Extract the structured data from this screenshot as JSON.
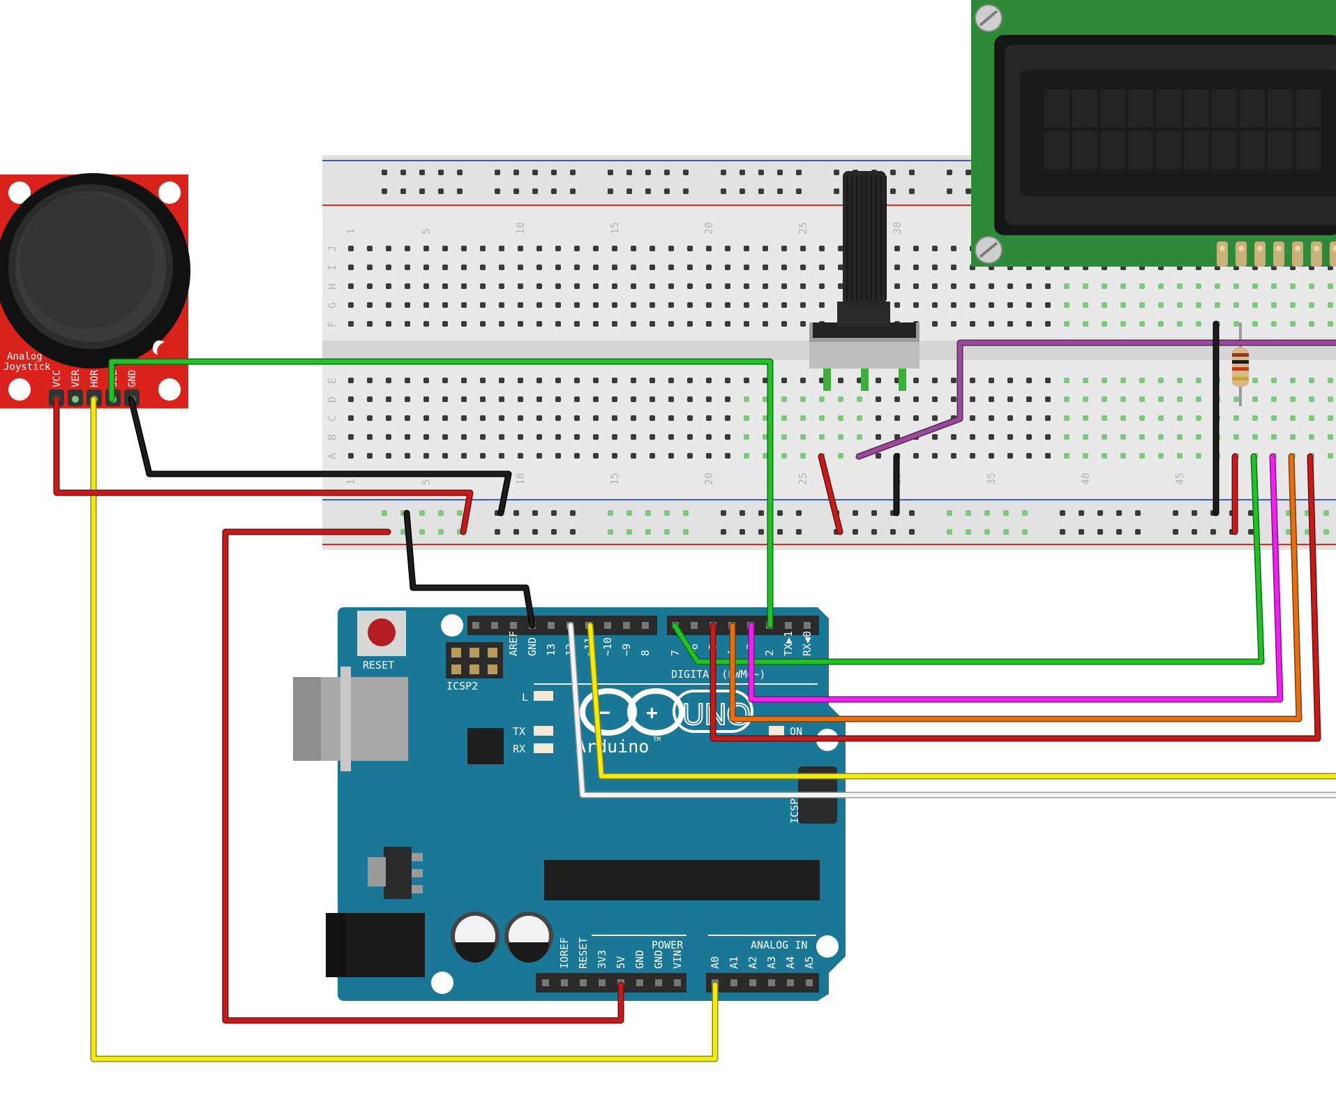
{
  "colors": {
    "breadboard": "#e9e9e9",
    "breadboard_channel": "#d6d6d6",
    "rail_blue": "#3b5fbf",
    "rail_red": "#d42a2a",
    "hole": "#3a3a3a",
    "hole_active": "#7ec87e",
    "arduino_board": "#1a7896",
    "lcd_pcb": "#2e8a39",
    "lcd_bezel": "#151515",
    "lcd_screen": "#1e1e1e",
    "joystick_pcb": "#d9221c",
    "wire_red": "#c41b1b",
    "wire_black": "#1c1c1c",
    "wire_green": "#22c12a",
    "wire_yellow": "#f2ea14",
    "wire_white": "#f4f4f4",
    "wire_magenta": "#ee22ee",
    "wire_orange": "#e56f12",
    "wire_purple": "#9b4a9b"
  },
  "joystick": {
    "title_line1": "Analog",
    "title_line2": "Joystick",
    "pins": [
      "VCC",
      "VER",
      "HOR",
      "SEL",
      "GND"
    ]
  },
  "breadboard": {
    "column_numbers": [
      "1",
      "5",
      "10",
      "15",
      "20",
      "25",
      "30",
      "35",
      "40",
      "45"
    ],
    "top_rows": [
      "J",
      "I",
      "H",
      "G",
      "F"
    ],
    "bottom_rows": [
      "E",
      "D",
      "C",
      "B",
      "A"
    ]
  },
  "arduino": {
    "reset_label": "RESET",
    "icsp2_label": "ICSP2",
    "icsp_label": "ICSP",
    "digital_label": "DIGITAL (PWM=~)",
    "top_header_pins_left": [
      "AREF",
      "GND",
      "13",
      "12",
      "~11",
      "~10",
      "~9",
      "8"
    ],
    "top_header_pins_right": [
      "7",
      "~6",
      "~5",
      "4",
      "~3",
      "2",
      "TX▶1",
      "RX◀0"
    ],
    "led_labels": [
      "L",
      "TX",
      "RX"
    ],
    "on_label": "ON",
    "brand": "Arduino",
    "tm": "TM",
    "model": "UNO",
    "power_label": "POWER",
    "power_pins": [
      "IOREF",
      "RESET",
      "3V3",
      "5V",
      "GND",
      "GND",
      "VIN"
    ],
    "analog_label": "ANALOG IN",
    "analog_pins": [
      "A0",
      "A1",
      "A2",
      "A3",
      "A4",
      "A5"
    ]
  },
  "lcd": {
    "rows": 2,
    "cols": 10
  }
}
